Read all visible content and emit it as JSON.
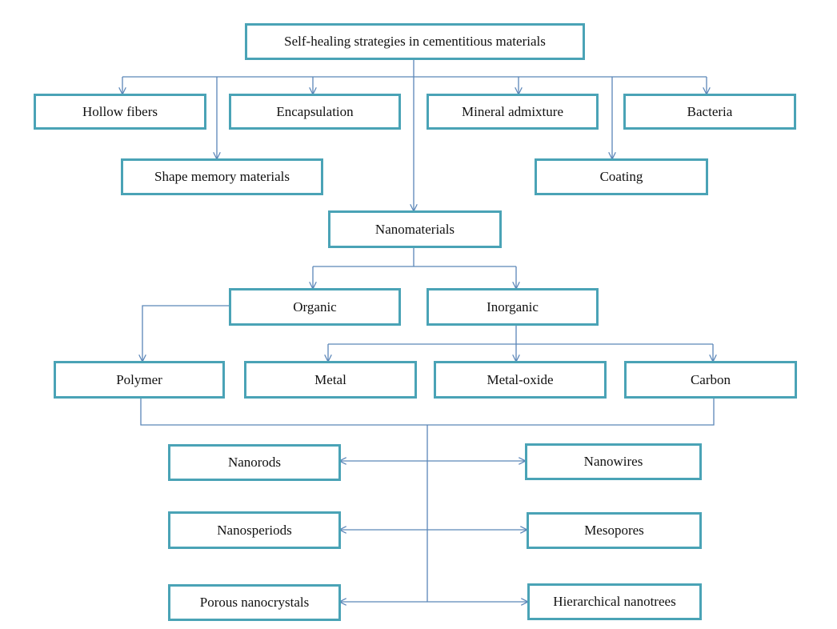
{
  "diagram": {
    "root": "Self-healing strategies in cementitious materials",
    "strategies": {
      "hollow_fibers": "Hollow fibers",
      "encapsulation": "Encapsulation",
      "mineral_admixture": "Mineral admixture",
      "bacteria": "Bacteria",
      "shape_memory": "Shape memory materials",
      "coating": "Coating",
      "nanomaterials": "Nanomaterials"
    },
    "nano_types": {
      "organic": "Organic",
      "inorganic": "Inorganic"
    },
    "nano_classes": {
      "polymer": "Polymer",
      "metal": "Metal",
      "metal_oxide": "Metal-oxide",
      "carbon": "Carbon"
    },
    "morphologies": {
      "nanorods": "Nanorods",
      "nanowires": "Nanowires",
      "nanosperiods": "Nanosperiods",
      "mesopores": "Mesopores",
      "porous_nanocrystals": "Porous nanocrystals",
      "hierarchical_nanotrees": "Hierarchical nanotrees"
    },
    "colors": {
      "box_border": "#4aa3b6",
      "connector": "#5b86b8"
    }
  }
}
